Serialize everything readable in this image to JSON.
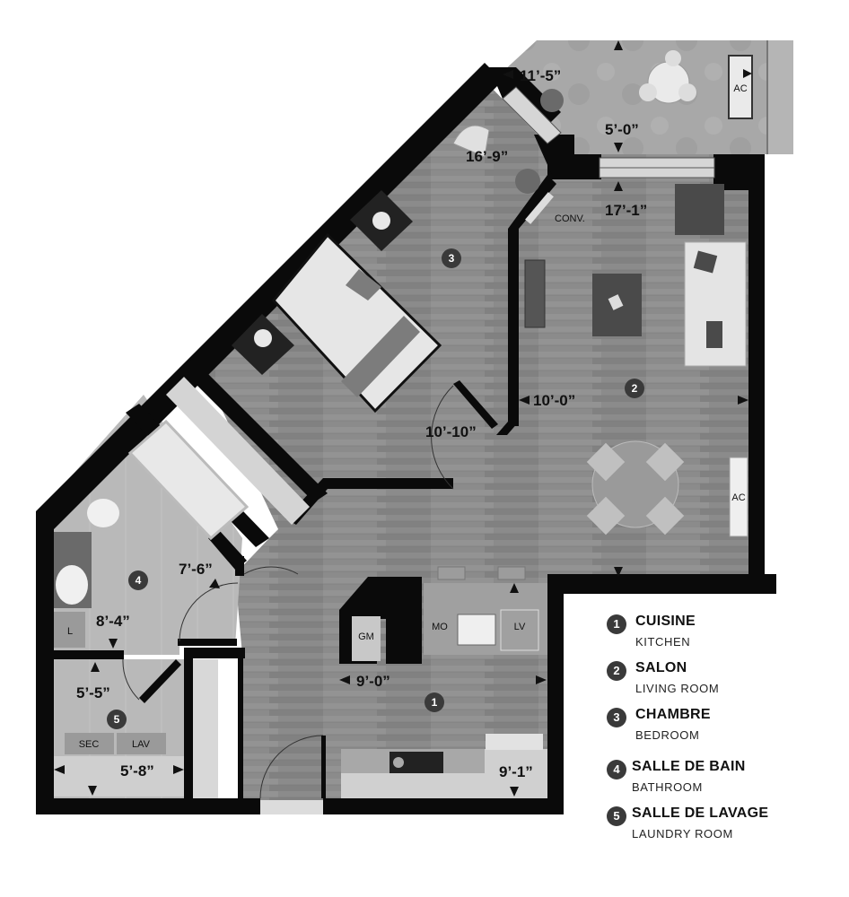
{
  "floorplan": {
    "rooms": [
      {
        "number": "1",
        "name_fr": "CUISINE",
        "name_en": "KITCHEN"
      },
      {
        "number": "2",
        "name_fr": "SALON",
        "name_en": "LIVING ROOM"
      },
      {
        "number": "3",
        "name_fr": "CHAMBRE",
        "name_en": "BEDROOM"
      },
      {
        "number": "4",
        "name_fr": "SALLE DE BAIN",
        "name_en": "BATHROOM"
      },
      {
        "number": "5",
        "name_fr": "SALLE DE LAVAGE",
        "name_en": "LAUNDRY ROOM"
      }
    ],
    "dimensions": {
      "balcony_width": "11’-5”",
      "balcony_depth": "5’-0”",
      "bedroom_length": "16’-9”",
      "living_length": "17’-1”",
      "living_width": "10’-0”",
      "bedroom_width": "10’-10”",
      "bathroom_width": "7’-6”",
      "bathroom_length": "8’-4”",
      "laundry_depth": "5’-5”",
      "laundry_width": "5’-8”",
      "kitchen_width": "9’-0”",
      "kitchen_length": "9’-1”"
    },
    "fixture_labels": {
      "ac_balcony": "AC",
      "ac_living": "AC",
      "conv": "CONV.",
      "gm": "GM",
      "mo": "MO",
      "lv": "LV",
      "sec": "SEC",
      "lav": "LAV",
      "linen": "L"
    },
    "colors": {
      "wall": "#0a0a0a",
      "floor_wood": "#8a8a8a",
      "floor_tile": "#b8b8b8",
      "balcony": "#a6a6a6",
      "badge": "#3a3a3a"
    }
  },
  "legend": {
    "items": [
      {
        "number": "1",
        "name_fr": "CUISINE",
        "name_en": "KITCHEN"
      },
      {
        "number": "2",
        "name_fr": "SALON",
        "name_en": "LIVING ROOM"
      },
      {
        "number": "3",
        "name_fr": "CHAMBRE",
        "name_en": "BEDROOM"
      },
      {
        "number": "4",
        "name_fr": "SALLE DE BAIN",
        "name_en": "BATHROOM"
      },
      {
        "number": "5",
        "name_fr": "SALLE DE LAVAGE",
        "name_en": "LAUNDRY ROOM"
      }
    ]
  }
}
